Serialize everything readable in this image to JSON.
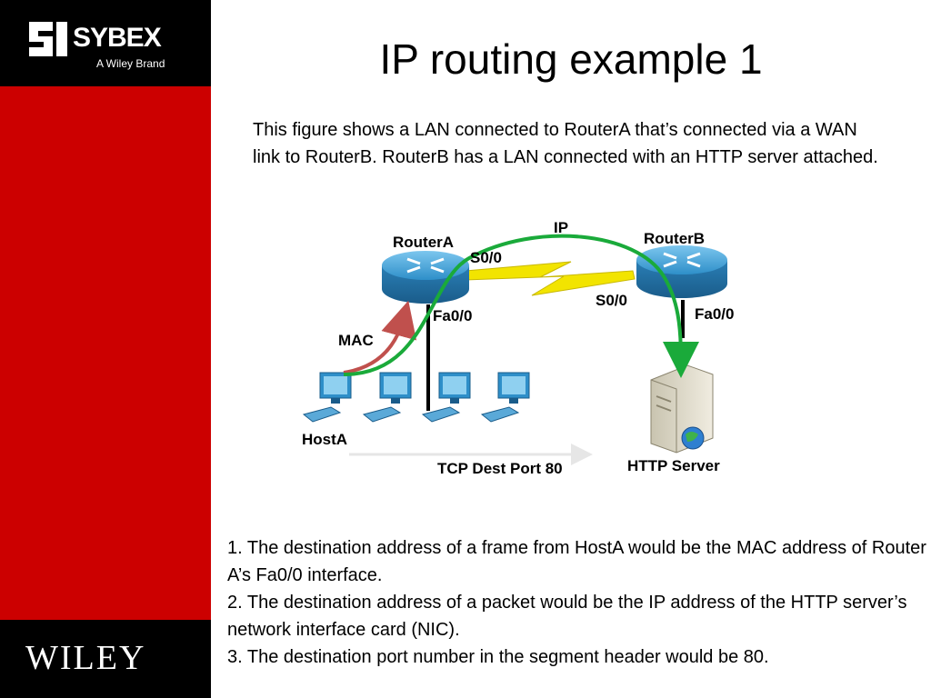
{
  "branding": {
    "publisher": "SYBEX",
    "tagline": "A Wiley Brand",
    "company": "WILEY"
  },
  "title": "IP routing example 1",
  "intro": "This figure shows a LAN connected to RouterA that’s connected via a WAN link to RouterB. RouterB has a LAN connected with an HTTP server attached.",
  "diagram": {
    "router_a": "RouterA",
    "router_b": "RouterB",
    "router_a_serial": "S0/0",
    "router_b_serial": "S0/0",
    "router_a_fa": "Fa0/0",
    "router_b_fa": "Fa0/0",
    "ip_label": "IP",
    "mac_label": "MAC",
    "host_label": "HostA",
    "tcp_label": "TCP Dest Port 80",
    "server_label": "HTTP Server",
    "colors": {
      "ip_arrow": "#1aaa3a",
      "mac_arrow": "#c0504d",
      "router": "#2e8fc9",
      "wan_link": "#f2e400"
    }
  },
  "notes": [
    "1. The destination address of a frame from HostA would be the MAC address of Router A’s Fa0/0 interface.",
    "2. The destination address of a packet would be the IP address of the HTTP server’s network interface card (NIC).",
    "3. The destination port number in the segment header would be 80."
  ]
}
